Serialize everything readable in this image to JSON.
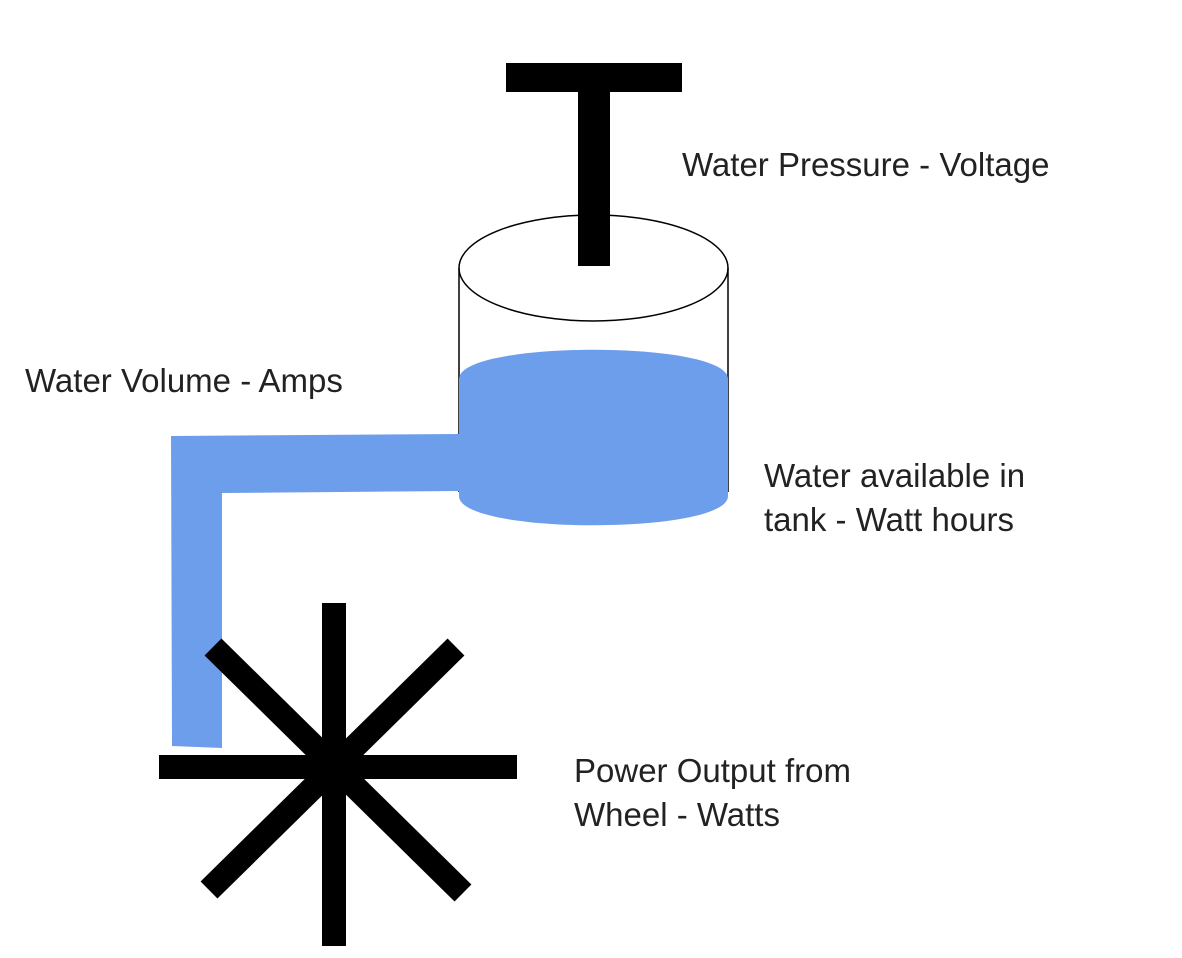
{
  "colors": {
    "water": "#6d9eeb",
    "ink": "#000000",
    "text": "#222222",
    "background": "#ffffff"
  },
  "labels": {
    "water_pressure": "Water Pressure - Voltage",
    "water_volume": "Water Volume - Amps",
    "water_available": {
      "line1": "Water available in",
      "line2": "tank - Watt hours"
    },
    "power_output": {
      "line1": "Power Output from",
      "line2": "Wheel - Watts"
    }
  },
  "icons": {
    "plunger": "plunger-icon",
    "tank": "tank-cylinder-icon",
    "pipe": "water-pipe-icon",
    "wheel": "water-wheel-icon"
  }
}
